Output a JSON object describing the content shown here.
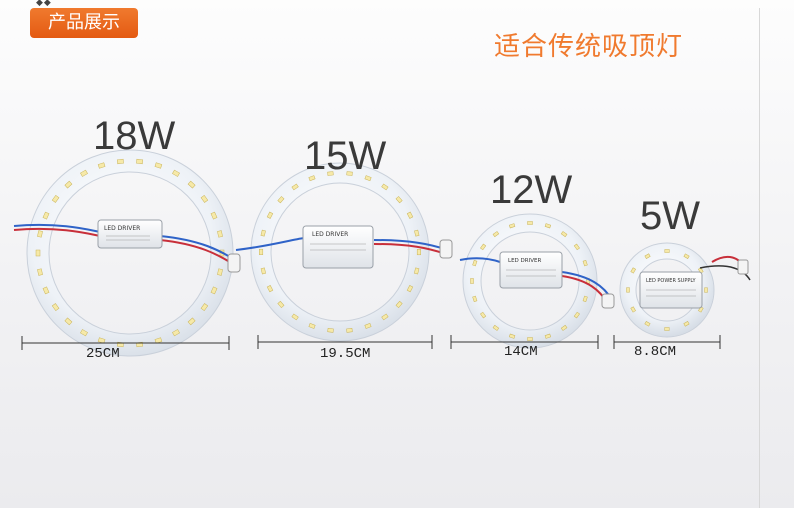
{
  "tag": {
    "label": "产品展示"
  },
  "corner_mark": "◆◆",
  "headline": "适合传统吸顶灯",
  "modules": [
    {
      "power": "18W",
      "size": "25CM",
      "driver_label": "LED DRIVER"
    },
    {
      "power": "15W",
      "size": "19.5CM",
      "driver_label": "LED DRIVER"
    },
    {
      "power": "12W",
      "size": "14CM",
      "driver_label": "LED DRIVER"
    },
    {
      "power": "5W",
      "size": "8.8CM",
      "driver_label": "LED POWER SUPPLY"
    }
  ],
  "colors": {
    "accent": "#f07a2e",
    "board": "#eef2f7",
    "led": "#f6e9a8",
    "wire_blue": "#2f63c8",
    "wire_red": "#c82f3a"
  }
}
